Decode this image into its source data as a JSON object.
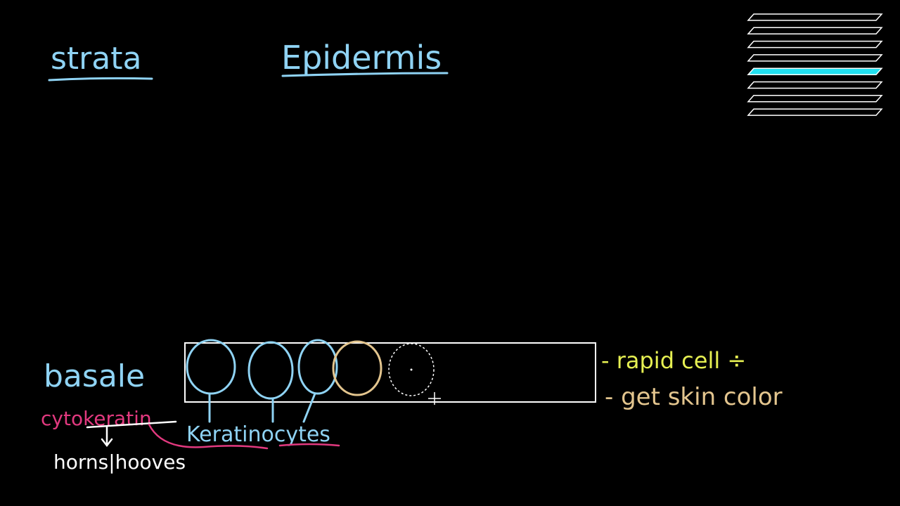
{
  "headings": {
    "left": "strata",
    "center": "Epidermis"
  },
  "layer": {
    "name": "basale",
    "side_notes": {
      "note1": "- rapid cell ÷",
      "note2": "- get skin color"
    }
  },
  "labels": {
    "cytokeratin": "cytokeratin",
    "keratinocytes": "Keratinocytes",
    "horns_hooves": "horns|hooves"
  },
  "layer_stack": {
    "count": 8,
    "highlighted_index": 4
  },
  "colors": {
    "background": "#000000",
    "blue": "#8fd3f4",
    "yellow": "#e6f052",
    "tan": "#e3c58e",
    "pink": "#e2397f",
    "white": "#ffffff",
    "cyan_fill": "#21e0f0"
  }
}
